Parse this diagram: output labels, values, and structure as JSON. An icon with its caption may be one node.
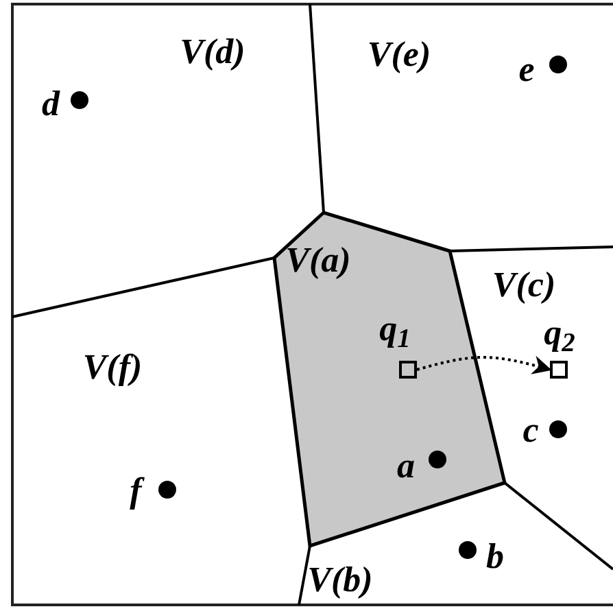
{
  "diagram": {
    "nodes": [
      {
        "text": [],
        "shape": "box",
        "beside": [
          "q$_{1}$"
        ]
      },
      {
        "text": [],
        "shape": "box",
        "beside": [
          "q$_{2}$"
        ]
      }
    ],
    "edges": [
      {
        "from": 0,
        "to": 1,
        "arrow": "to",
        "style": "dashed"
      }
    ],
    "labels": [
      "V(d)",
      "V(e)",
      "e",
      "d",
      "V(a)",
      "V(c)",
      "V(f)",
      "c",
      "a",
      "f",
      "b",
      "V(b)"
    ]
  }
}
